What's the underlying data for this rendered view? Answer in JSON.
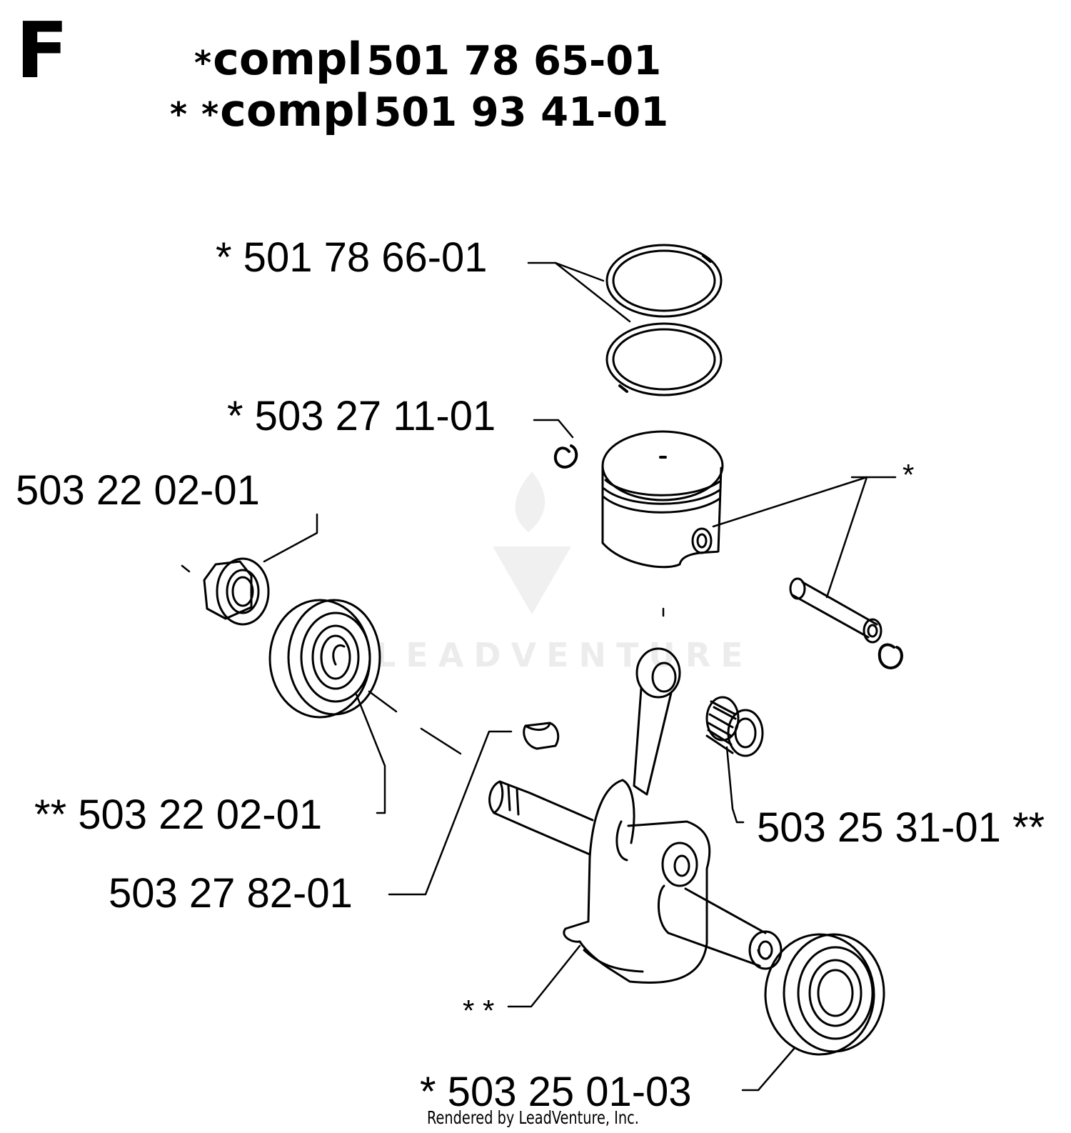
{
  "section": "F",
  "header": [
    {
      "marker": "*",
      "label": "compl",
      "part": "501 78 65-01"
    },
    {
      "marker": "* *",
      "label": "compl",
      "part": "501 93 41-01"
    }
  ],
  "callouts": {
    "piston_rings": "* 501 78 66-01",
    "circlip": "* 503 27 11-01",
    "nut": "503 22 02-01",
    "piston_pin": "*",
    "bearing_left": "** 503 22 02-01",
    "key": "503 27 82-01",
    "needle_bearing": "503 25 31-01 **",
    "crankshaft": "* *",
    "bearing_right": "* 503 25 01-03"
  },
  "watermark": "LEADVENTURE",
  "footer": "Rendered by LeadVenture, Inc."
}
